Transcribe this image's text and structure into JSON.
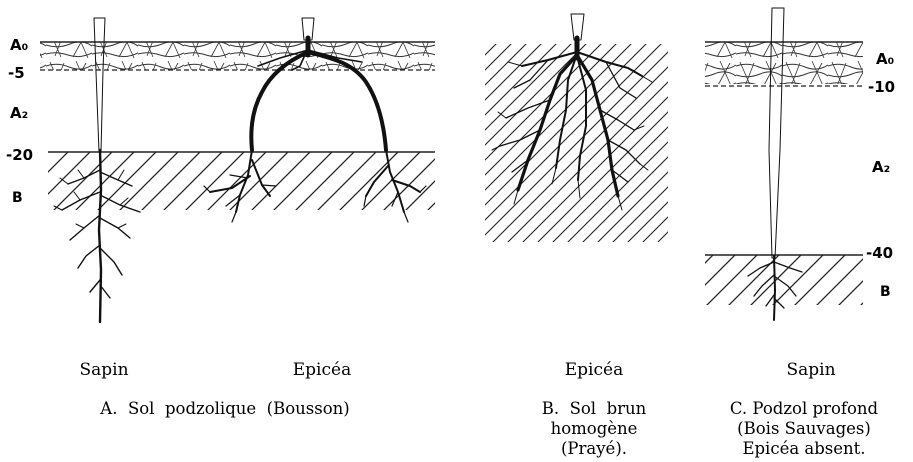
{
  "panelA": {
    "horizon_top": "A₀",
    "depth_5": "-5",
    "horizon_mid": "A₂",
    "depth_20": "-20",
    "horizon_bottom": "B",
    "label_left": "Sapin",
    "label_right": "Epicéa",
    "caption": "A.  Sol  podzolique  (Bousson)"
  },
  "panelB": {
    "label": "Epicéa",
    "caption_lines": [
      "B.  Sol  brun",
      "homogène",
      "(Prayé)."
    ]
  },
  "panelC": {
    "horizon_top": "A₀",
    "depth_10": "-10",
    "horizon_mid": "A₂",
    "depth_40": "-40",
    "horizon_bottom": "B",
    "label": "Sapin",
    "caption_lines": [
      "C. Podzol profond",
      "(Bois Sauvages)",
      "Epicéa absent."
    ]
  }
}
